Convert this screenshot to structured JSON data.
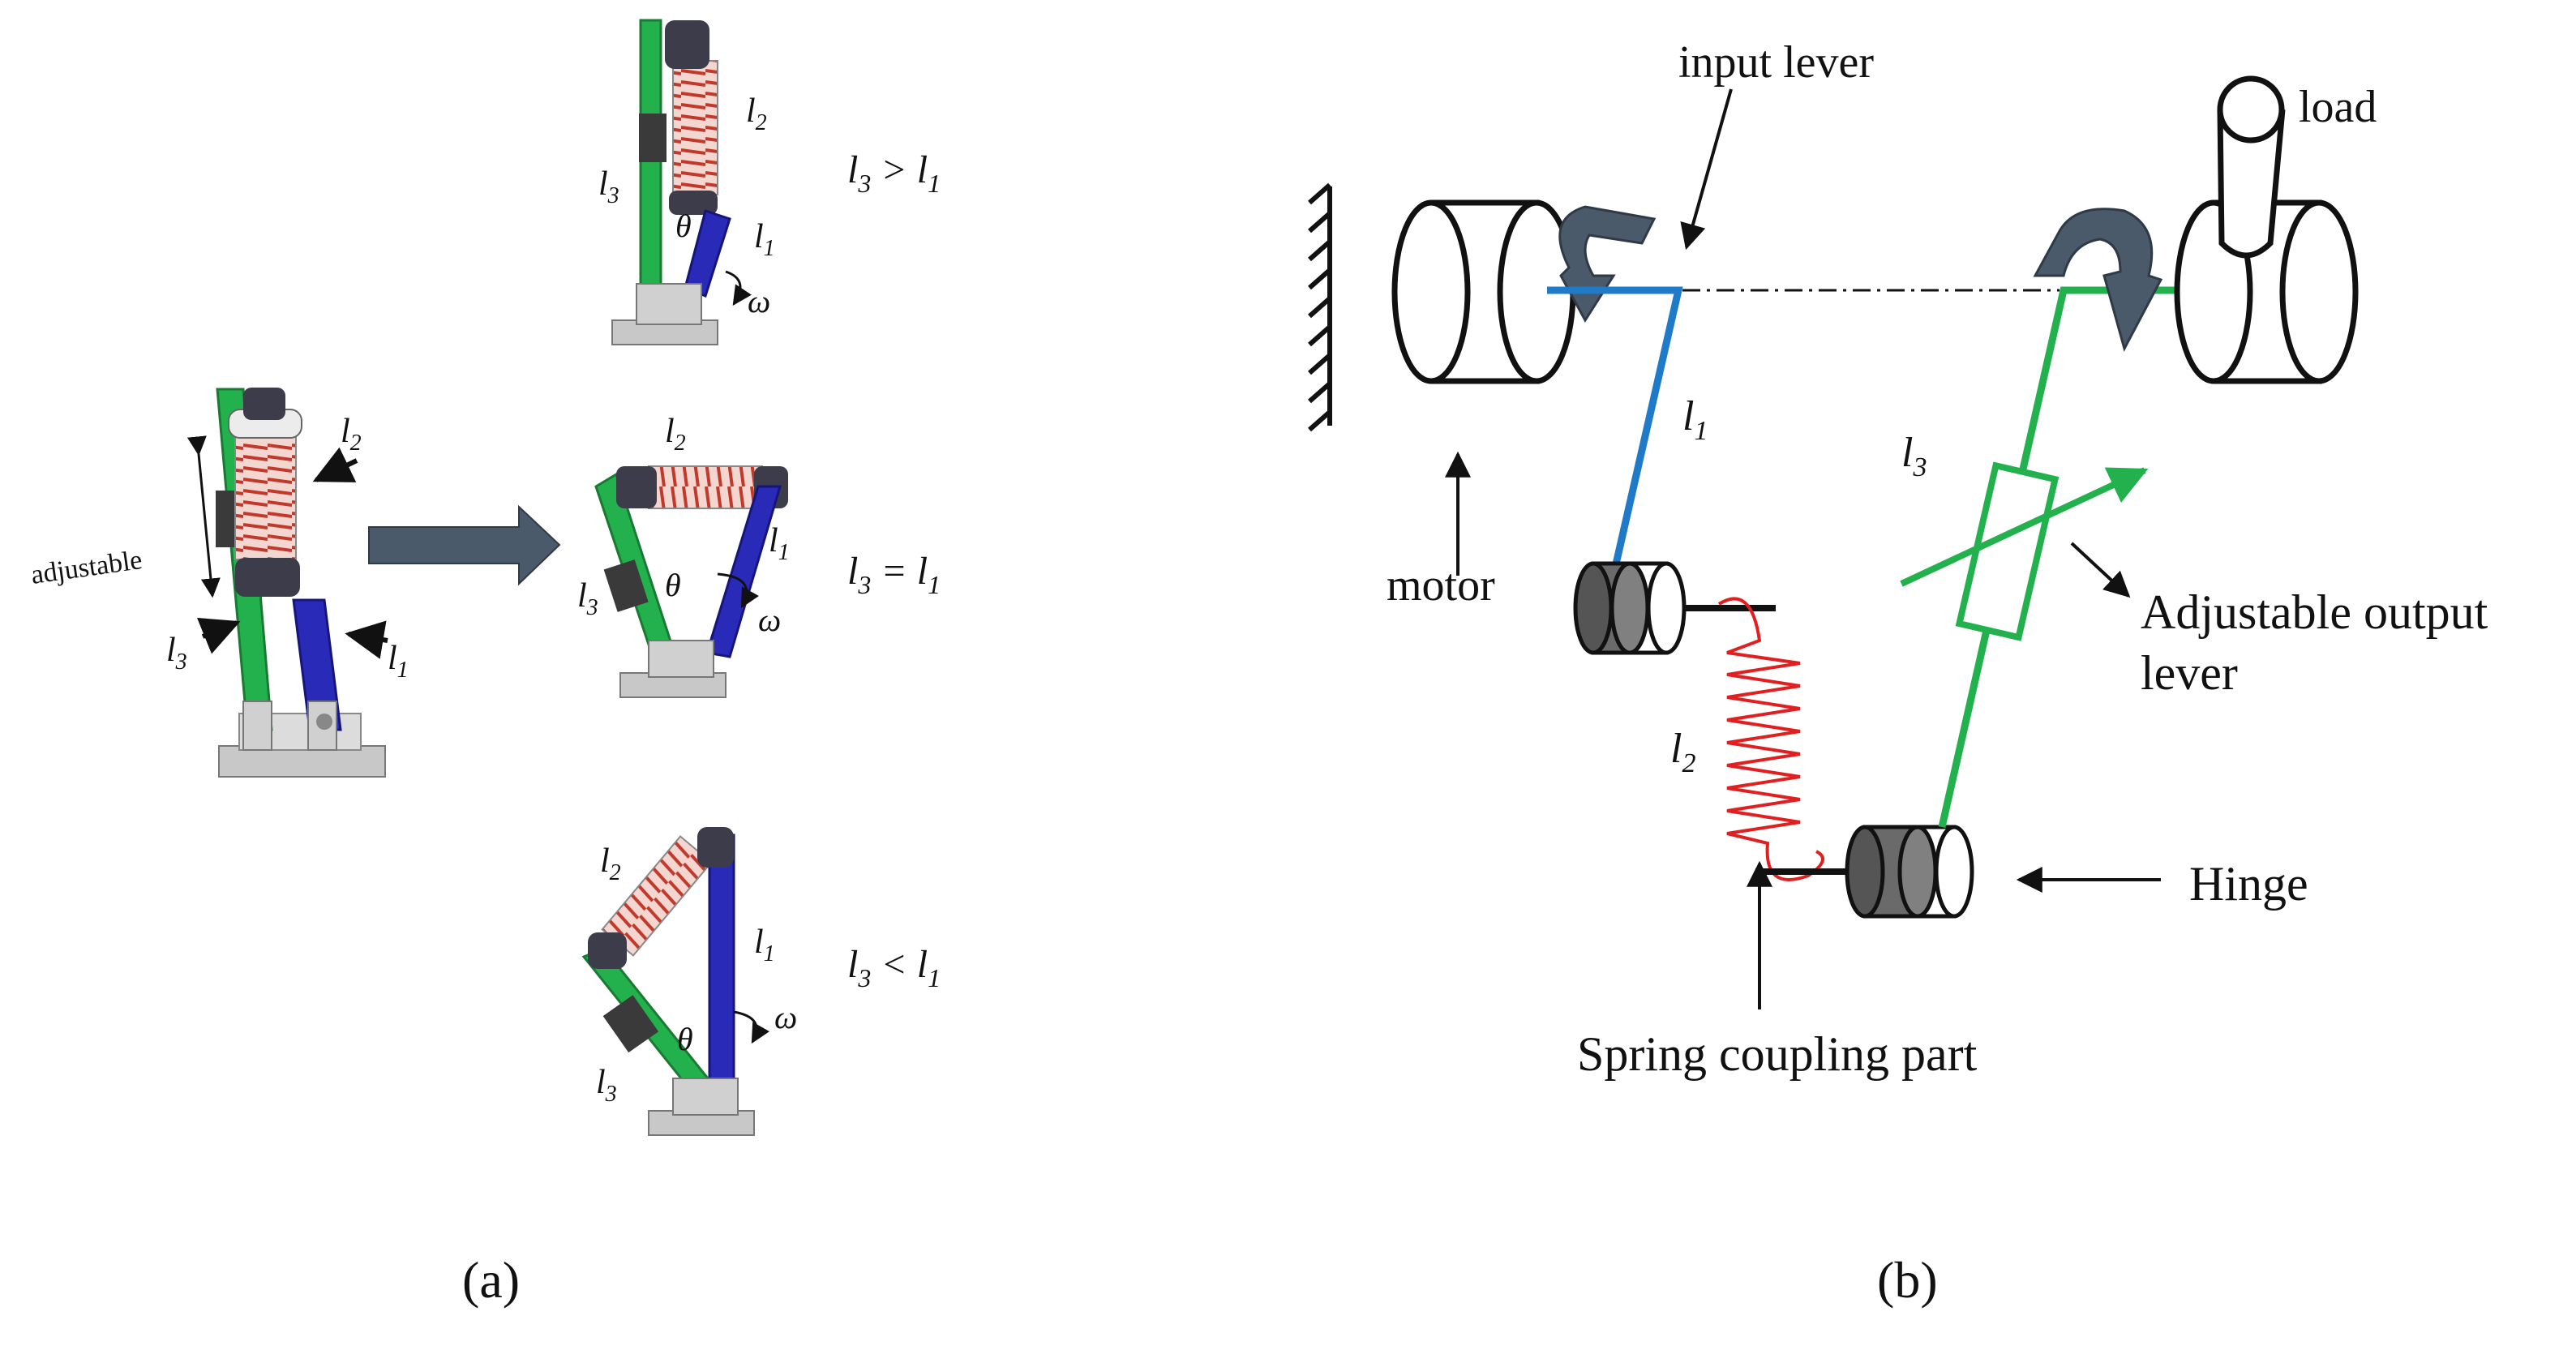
{
  "panel_a": {
    "caption": "(a)",
    "main": {
      "adjustable": "adjustable",
      "l1": "l",
      "l1_sub": "1",
      "l2": "l",
      "l2_sub": "2",
      "l3": "l",
      "l3_sub": "3"
    },
    "top": {
      "l1": "l",
      "l1_sub": "1",
      "l2": "l",
      "l2_sub": "2",
      "l3": "l",
      "l3_sub": "3",
      "theta": "θ",
      "omega": "ω",
      "relation": "l",
      "relation_sub_a": "3",
      "relation_op": " > l",
      "relation_sub_b": "1"
    },
    "middle": {
      "l1": "l",
      "l1_sub": "1",
      "l2": "l",
      "l2_sub": "2",
      "l3": "l",
      "l3_sub": "3",
      "theta": "θ",
      "omega": "ω",
      "relation": "l",
      "relation_sub_a": "3",
      "relation_op": " = l",
      "relation_sub_b": "1"
    },
    "bottom": {
      "l1": "l",
      "l1_sub": "1",
      "l2": "l",
      "l2_sub": "2",
      "l3": "l",
      "l3_sub": "3",
      "theta": "θ",
      "omega": "ω",
      "relation": "l",
      "relation_sub_a": "3",
      "relation_op": " < l",
      "relation_sub_b": "1"
    }
  },
  "panel_b": {
    "caption": "(b)",
    "input_lever": "input lever",
    "load": "load",
    "motor": "motor",
    "l1": "l",
    "l1_sub": "1",
    "l2": "l",
    "l2_sub": "2",
    "l3": "l",
    "l3_sub": "3",
    "adjustable_output_line1": "Adjustable output",
    "adjustable_output_line2": "lever",
    "hinge": "Hinge",
    "spring_coupling": "Spring coupling part"
  },
  "colors": {
    "green": "#22b14c",
    "blue": "#2a2ab8",
    "red": "#e02020",
    "lever_blue": "#1f7ac7",
    "gray": "#4b5a6a"
  }
}
